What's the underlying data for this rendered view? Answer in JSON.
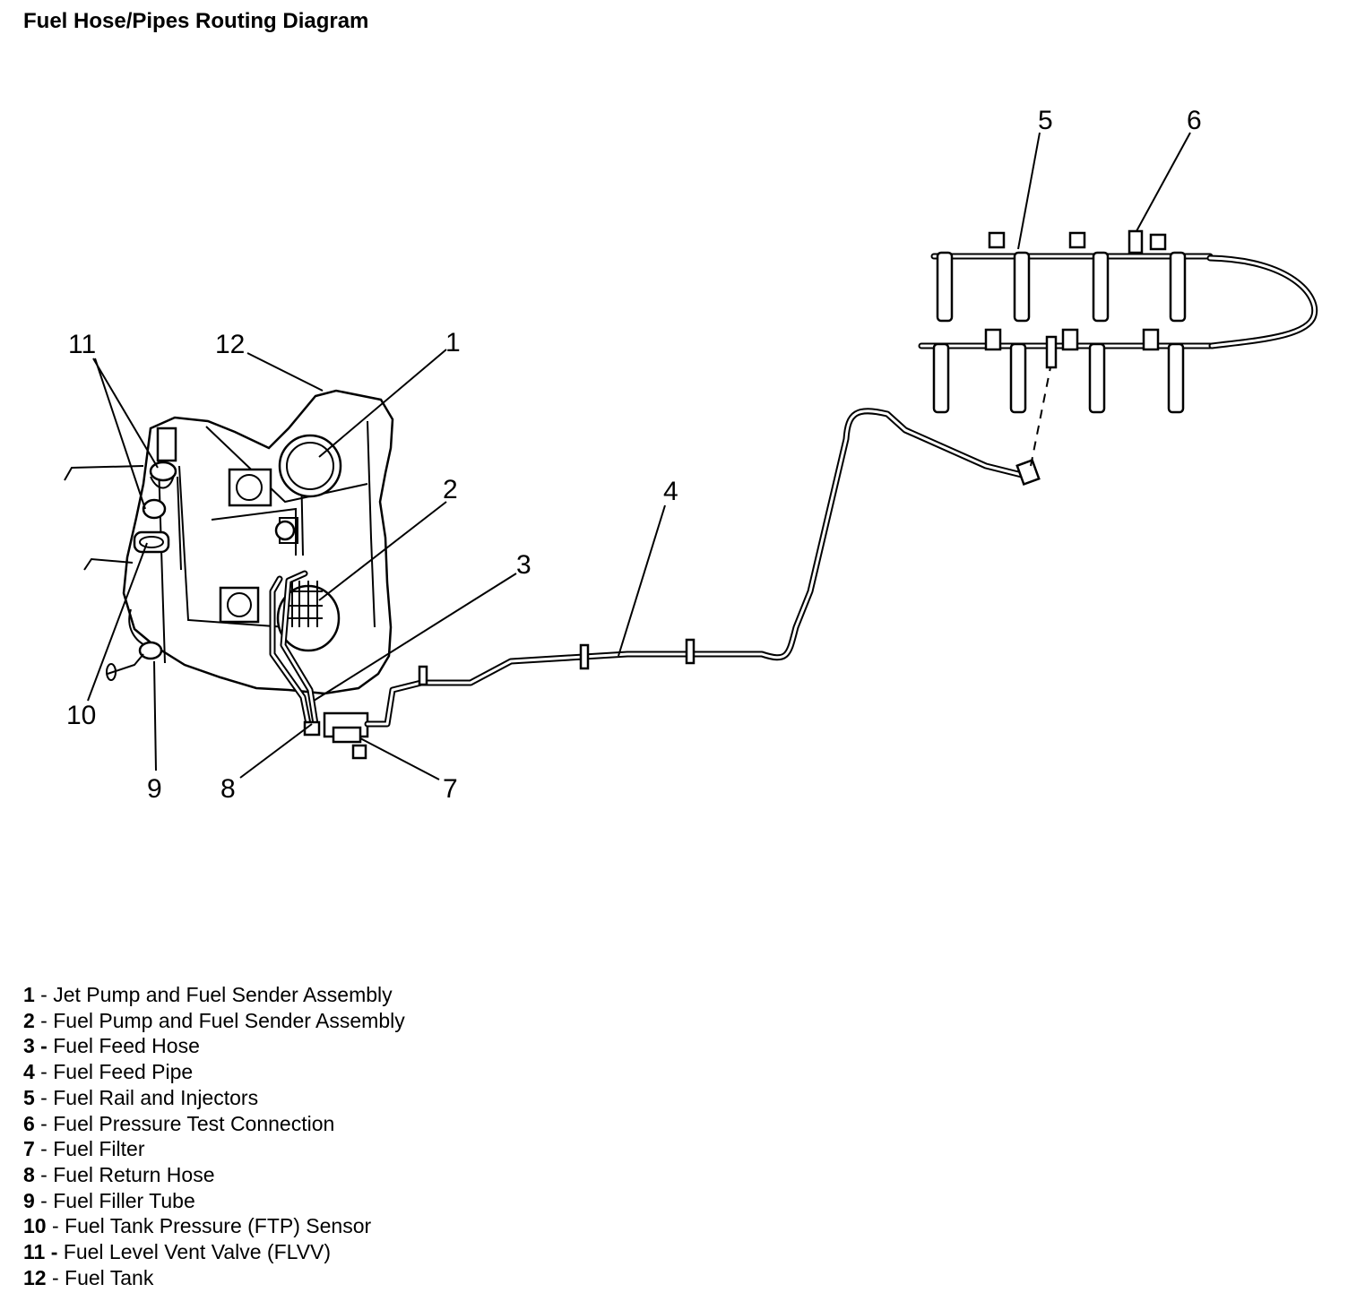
{
  "title": "Fuel Hose/Pipes Routing Diagram",
  "callouts": {
    "c1": "1",
    "c2": "2",
    "c3": "3",
    "c4": "4",
    "c5": "5",
    "c6": "6",
    "c7": "7",
    "c8": "8",
    "c9": "9",
    "c10": "10",
    "c11": "11",
    "c12": "12"
  },
  "legend": [
    {
      "num": "1",
      "text": " - Jet Pump and Fuel Sender Assembly"
    },
    {
      "num": "2",
      "text": " - Fuel Pump and Fuel Sender Assembly"
    },
    {
      "num": "3 -",
      "text": " Fuel Feed Hose"
    },
    {
      "num": "4",
      "text": " - Fuel Feed Pipe"
    },
    {
      "num": "5",
      "text": " - Fuel Rail and Injectors"
    },
    {
      "num": "6",
      "text": " - Fuel Pressure Test Connection"
    },
    {
      "num": "7",
      "text": " - Fuel Filter"
    },
    {
      "num": "8",
      "text": " - Fuel Return Hose"
    },
    {
      "num": "9",
      "text": " - Fuel Filler Tube"
    },
    {
      "num": "10",
      "text": " - Fuel Tank Pressure (FTP) Sensor"
    },
    {
      "num": "11 -",
      "text": " Fuel Level Vent Valve (FLVV)"
    },
    {
      "num": "12",
      "text": " - Fuel Tank"
    }
  ]
}
